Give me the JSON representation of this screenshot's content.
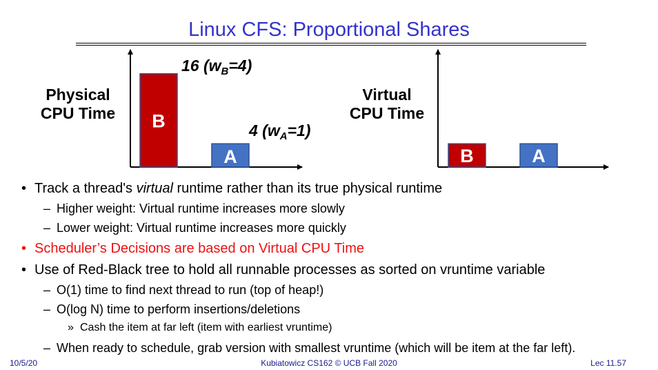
{
  "slide": {
    "title": "Linux CFS: Proportional Shares",
    "colors": {
      "title": "#3333cc",
      "bar_b": "#c00000",
      "bar_a": "#4472c4",
      "highlight": "#ee1111"
    }
  },
  "chart_data": [
    {
      "type": "bar",
      "ylabel": [
        "Physical",
        "CPU Time"
      ],
      "categories": [
        "B",
        "A"
      ],
      "values": [
        16,
        4
      ],
      "weights": [
        4,
        1
      ],
      "annotations": {
        "B": {
          "value": "16",
          "paren_open": " (w",
          "sub": "B",
          "paren_close": "=4)"
        },
        "A": {
          "value": "4",
          "paren_open": " (w",
          "sub": "A",
          "paren_close": "=1)"
        }
      }
    },
    {
      "type": "bar",
      "ylabel": [
        "Virtual",
        "CPU Time"
      ],
      "categories": [
        "B",
        "A"
      ],
      "values": [
        4,
        4
      ]
    }
  ],
  "bullets": [
    {
      "level": 1,
      "marker": "•",
      "before": "Track a thread's ",
      "italic": "virtual",
      "after": " runtime rather than its true physical runtime"
    },
    {
      "level": 2,
      "marker": "–",
      "text": "Higher weight: Virtual runtime increases more slowly"
    },
    {
      "level": 2,
      "marker": "–",
      "text": "Lower weight: Virtual runtime increases more quickly"
    },
    {
      "level": 1,
      "marker": "•",
      "text": "Scheduler’s Decisions are based on Virtual CPU Time",
      "red": true
    },
    {
      "level": 1,
      "marker": "•",
      "text": "Use of Red-Black tree to hold all runnable processes as sorted on vruntime variable"
    },
    {
      "level": 2,
      "marker": "–",
      "text": "O(1) time to find next thread to run (top of heap!)"
    },
    {
      "level": 2,
      "marker": "–",
      "text": "O(log N) time to perform insertions/deletions"
    },
    {
      "level": 3,
      "marker": "»",
      "text": "Cash the item at far left (item with earliest vruntime)"
    },
    {
      "level": 2,
      "marker": "–",
      "text": "When ready to schedule, grab version with smallest vruntime (which will be item at the far left)."
    }
  ],
  "footer": {
    "date": "10/5/20",
    "course": "Kubiatowicz CS162 © UCB Fall 2020",
    "lecture": "Lec 11.57"
  }
}
